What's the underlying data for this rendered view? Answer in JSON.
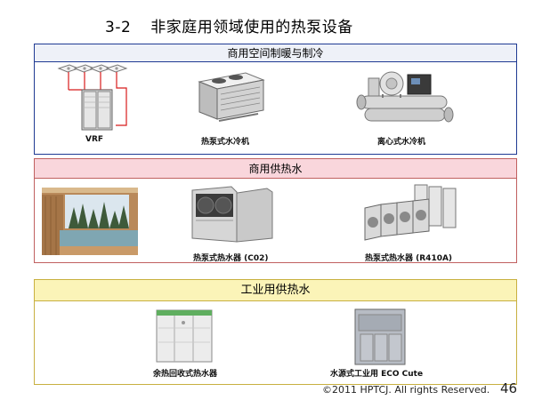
{
  "title": {
    "number": "3-2",
    "text": "非家庭用领域使用的热泵设备"
  },
  "sections": [
    {
      "header": "商用空间制暖与制冷",
      "items": [
        {
          "caption": "VRF",
          "icon": "vrf-outdoor-unit-with-ceiling-cassettes"
        },
        {
          "caption": "热泵式水冷机",
          "icon": "air-cooled-chiller"
        },
        {
          "caption": "离心式水冷机",
          "icon": "centrifugal-chiller"
        }
      ]
    },
    {
      "header": "商用供热水",
      "items": [
        {
          "caption": "",
          "icon": "bath-interior-photo"
        },
        {
          "caption": "热泵式热水器 (C02)",
          "icon": "co2-heat-pump-water-heater"
        },
        {
          "caption": "热泵式热水器 (R410A)",
          "icon": "r410a-heat-pump-water-heater"
        }
      ]
    },
    {
      "header": "工业用供热水",
      "items": [
        {
          "caption": "余热回收式热水器",
          "icon": "waste-heat-recovery-water-heater"
        },
        {
          "caption": "水源式工业用 ECO Cute",
          "icon": "water-source-eco-cute-unit"
        }
      ]
    }
  ],
  "footer": {
    "copyright": "©2011 HPTCJ. All rights Reserved.",
    "page": "46"
  },
  "colors": {
    "section1_border": "#1f3a93",
    "section2_header": "#f9d6dc",
    "section3_header": "#fbf4b8"
  }
}
